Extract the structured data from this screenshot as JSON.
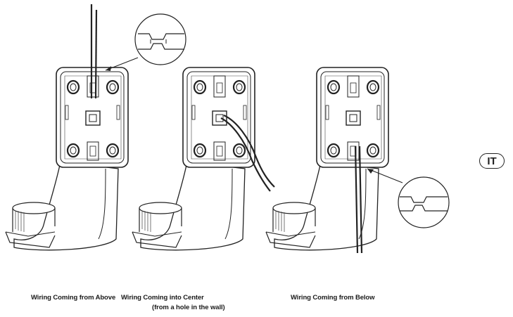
{
  "captions": {
    "above": "Wiring Coming from Above",
    "center_line1": "Wiring Coming into Center",
    "center_line2": "(from a hole in the wall)",
    "below": "Wiring Coming from Below"
  },
  "language_badge": "IT",
  "colors": {
    "line": "#222222",
    "fill": "#ffffff",
    "shade": "#cfcfcf",
    "dark": "#4a4a4a"
  }
}
